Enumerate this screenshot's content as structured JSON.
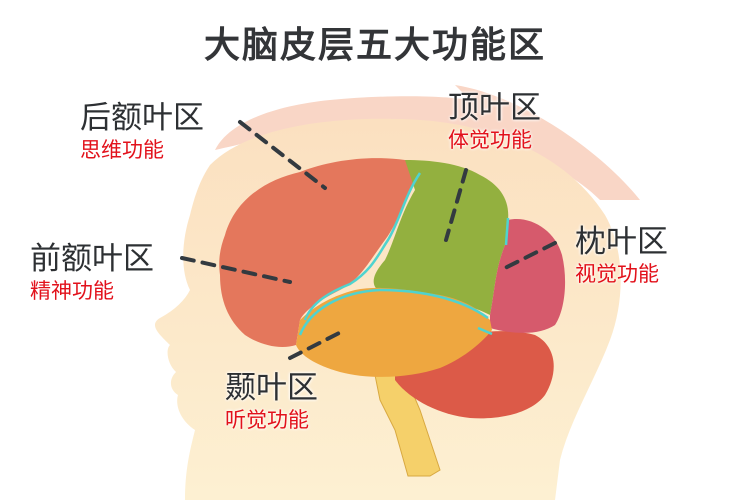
{
  "title": "大脑皮层五大功能区",
  "colors": {
    "title_text": "#333538",
    "region_name_text": "#2d3033",
    "function_text": "#e2111b",
    "frontal_posterior": "#e4775c",
    "frontal_anterior": "#de6f58",
    "parietal": "#93b03f",
    "occipital": "#d65a6c",
    "temporal": "#eea740",
    "cerebellum": "#dc5a48",
    "brainstem": "#f5d06a",
    "boundary": "#4fd3cf",
    "head_skin": "#fbe6bf",
    "hair": "#f8d3c4",
    "leader_line": "#333a40"
  },
  "regions": [
    {
      "id": "posterior-frontal",
      "name": "后额叶区",
      "function": "思维功能"
    },
    {
      "id": "anterior-frontal",
      "name": "前额叶区",
      "function": "精神功能"
    },
    {
      "id": "parietal",
      "name": "顶叶区",
      "function": "体觉功能"
    },
    {
      "id": "occipital",
      "name": "枕叶区",
      "function": "视觉功能"
    },
    {
      "id": "temporal",
      "name": "颞叶区",
      "function": "听觉功能"
    }
  ]
}
